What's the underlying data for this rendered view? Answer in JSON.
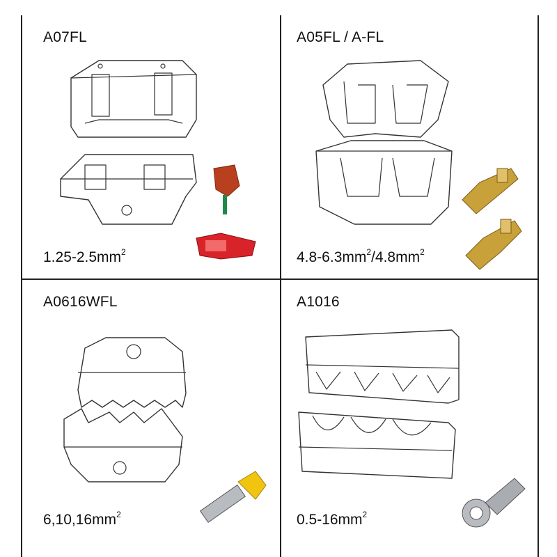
{
  "cells": [
    {
      "title": "A07FL",
      "spec": "1.25-2.5mm",
      "spec_sup": "2"
    },
    {
      "title": "A05FL / A-FL",
      "spec": "4.8-6.3mm",
      "spec_sup": "2",
      "spec_tail": "/4.8mm",
      "spec_tail_sup": "2"
    },
    {
      "title": "A0616WFL",
      "spec": "6,10,16mm",
      "spec_sup": "2"
    },
    {
      "title": "A1016",
      "spec": "0.5-16mm",
      "spec_sup": "2"
    }
  ],
  "colors": {
    "line": "#222222",
    "terminal_red": "#d8232a",
    "terminal_brown": "#b8401e",
    "wire_green": "#1e8a4a",
    "brass": "#c9a13a",
    "ferrule_yellow": "#f1c40f",
    "silver": "#b8bcc0"
  }
}
